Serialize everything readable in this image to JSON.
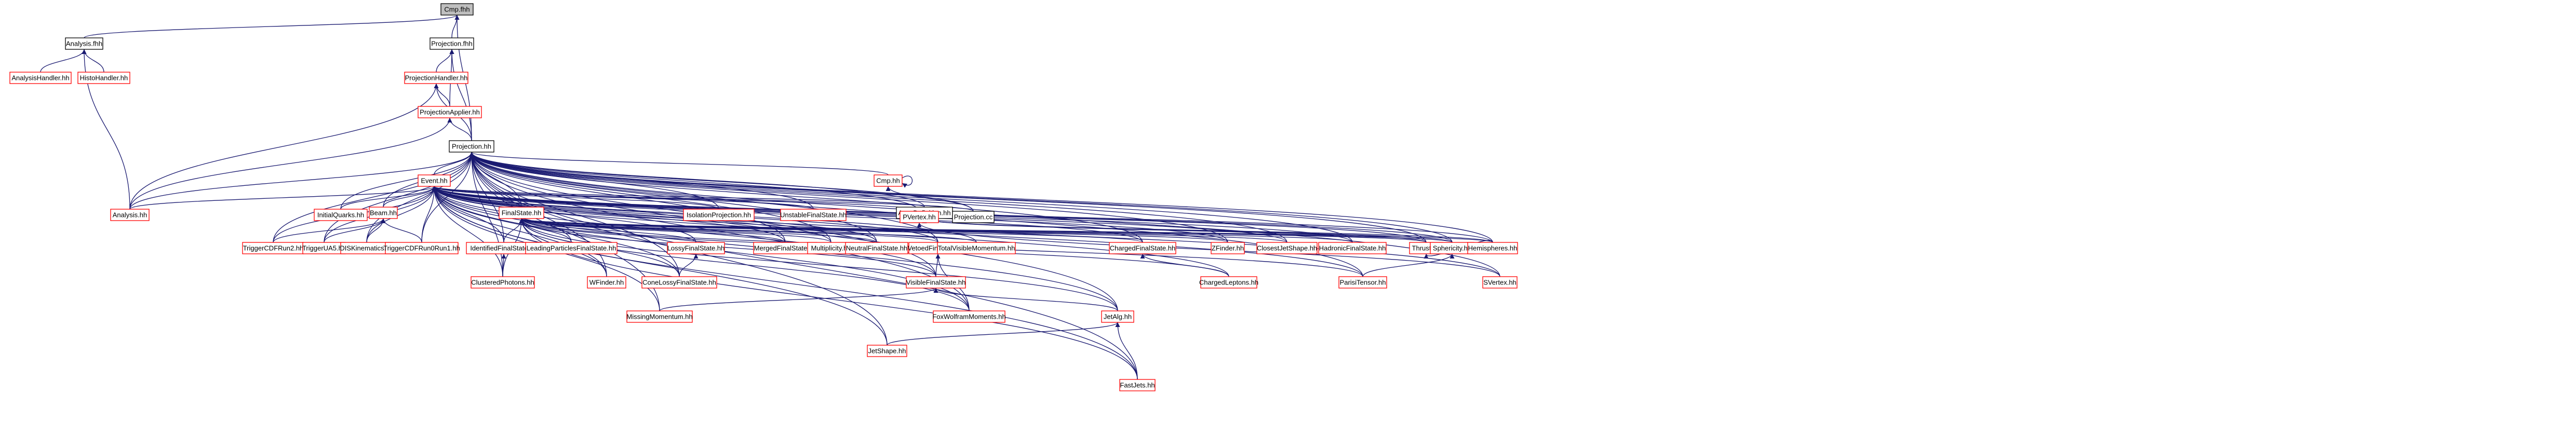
{
  "colors": {
    "edge": "#191970",
    "box_border_default": "#000000",
    "box_border_incomplete": "#ff0000",
    "box_fill": "#ffffff",
    "box_fill_selected": "#bfbfbf"
  },
  "nodes": [
    {
      "id": "cmp_fhh",
      "label": "Cmp.fhh",
      "style": "selected"
    },
    {
      "id": "analysis_fhh",
      "label": "Analysis.fhh",
      "style": "black"
    },
    {
      "id": "projection_fhh",
      "label": "Projection.fhh",
      "style": "black"
    },
    {
      "id": "analysis_handler",
      "label": "AnalysisHandler.hh",
      "style": "red"
    },
    {
      "id": "histo_handler",
      "label": "HistoHandler.hh",
      "style": "red"
    },
    {
      "id": "projection_handler",
      "label": "ProjectionHandler.hh",
      "style": "red"
    },
    {
      "id": "projection_applier",
      "label": "ProjectionApplier.hh",
      "style": "red"
    },
    {
      "id": "projection_hh",
      "label": "Projection.hh",
      "style": "black"
    },
    {
      "id": "event_hh",
      "label": "Event.hh",
      "style": "red"
    },
    {
      "id": "cmp_hh",
      "label": "Cmp.hh",
      "style": "red"
    },
    {
      "id": "analysis_hh",
      "label": "Analysis.hh",
      "style": "red"
    },
    {
      "id": "initial_quarks",
      "label": "InitialQuarks.hh",
      "style": "red"
    },
    {
      "id": "beam_hh",
      "label": "Beam.hh",
      "style": "red"
    },
    {
      "id": "final_state",
      "label": "FinalState.hh",
      "style": "red"
    },
    {
      "id": "isolation_projection",
      "label": "IsolationProjection.hh",
      "style": "red"
    },
    {
      "id": "unstable_final_state",
      "label": "UnstableFinalState.hh",
      "style": "red"
    },
    {
      "id": "axes_definition",
      "label": "AxesDefinition.hh",
      "style": "black"
    },
    {
      "id": "pvertex",
      "label": "PVertex.hh",
      "style": "red"
    },
    {
      "id": "projection_cc",
      "label": "Projection.cc",
      "style": "black"
    },
    {
      "id": "trigger_cdf_run2",
      "label": "TriggerCDFRun2.hh",
      "style": "red"
    },
    {
      "id": "trigger_ua5",
      "label": "TriggerUA5.hh",
      "style": "red"
    },
    {
      "id": "dis_kinematics",
      "label": "DISKinematics.hh",
      "style": "red"
    },
    {
      "id": "trigger_cdf_run0run1",
      "label": "TriggerCDFRun0Run1.hh",
      "style": "red"
    },
    {
      "id": "identified_final_state",
      "label": "IdentifiedFinalState.hh",
      "style": "red"
    },
    {
      "id": "leading_particles_final_state",
      "label": "LeadingParticlesFinalState.hh",
      "style": "red"
    },
    {
      "id": "lossy_final_state",
      "label": "LossyFinalState.hh",
      "style": "red"
    },
    {
      "id": "merged_final_state",
      "label": "MergedFinalState.hh",
      "style": "red"
    },
    {
      "id": "multiplicity",
      "label": "Multiplicity.hh",
      "style": "red"
    },
    {
      "id": "neutral_final_state",
      "label": "NeutralFinalState.hh",
      "style": "red"
    },
    {
      "id": "vetoed_final_state",
      "label": "VetoedFinalState.hh",
      "style": "red"
    },
    {
      "id": "total_visible_momentum",
      "label": "TotalVisibleMomentum.hh",
      "style": "red"
    },
    {
      "id": "charged_final_state",
      "label": "ChargedFinalState.hh",
      "style": "red"
    },
    {
      "id": "zfinder",
      "label": "ZFinder.hh",
      "style": "red"
    },
    {
      "id": "closest_jet_shape",
      "label": "ClosestJetShape.hh",
      "style": "red"
    },
    {
      "id": "hadronic_final_state",
      "label": "HadronicFinalState.hh",
      "style": "red"
    },
    {
      "id": "thrust",
      "label": "Thrust.hh",
      "style": "red"
    },
    {
      "id": "sphericity",
      "label": "Sphericity.hh",
      "style": "red"
    },
    {
      "id": "hemispheres",
      "label": "Hemispheres.hh",
      "style": "red"
    },
    {
      "id": "clustered_photons",
      "label": "ClusteredPhotons.hh",
      "style": "red"
    },
    {
      "id": "wfinder",
      "label": "WFinder.hh",
      "style": "red"
    },
    {
      "id": "cone_lossy_final_state",
      "label": "ConeLossyFinalState.hh",
      "style": "red"
    },
    {
      "id": "visible_final_state",
      "label": "VisibleFinalState.hh",
      "style": "red"
    },
    {
      "id": "charged_leptons",
      "label": "ChargedLeptons.hh",
      "style": "red"
    },
    {
      "id": "parisi_tensor",
      "label": "ParisiTensor.hh",
      "style": "red"
    },
    {
      "id": "sveto",
      "label": "SVertex.hh",
      "style": "red"
    },
    {
      "id": "missing_momentum",
      "label": "MissingMomentum.hh",
      "style": "red"
    },
    {
      "id": "fox_wolfram_moments",
      "label": "FoxWolframMoments.hh",
      "style": "red"
    },
    {
      "id": "jet_alg",
      "label": "JetAlg.hh",
      "style": "red"
    },
    {
      "id": "jet_shape",
      "label": "JetShape.hh",
      "style": "red"
    },
    {
      "id": "fast_jets",
      "label": "FastJets.hh",
      "style": "red"
    }
  ],
  "edges": [
    [
      "analysis_fhh",
      "cmp_fhh"
    ],
    [
      "projection_fhh",
      "cmp_fhh"
    ],
    [
      "projection_hh",
      "cmp_fhh"
    ],
    [
      "analysis_handler",
      "analysis_fhh"
    ],
    [
      "histo_handler",
      "analysis_fhh"
    ],
    [
      "analysis_hh",
      "analysis_fhh"
    ],
    [
      "projection_handler",
      "projection_fhh"
    ],
    [
      "projection_applier",
      "projection_fhh"
    ],
    [
      "projection_hh",
      "projection_fhh"
    ],
    [
      "projection_applier",
      "projection_handler"
    ],
    [
      "projection_hh",
      "projection_handler"
    ],
    [
      "analysis_hh",
      "projection_handler"
    ],
    [
      "projection_hh",
      "projection_applier"
    ],
    [
      "analysis_hh",
      "projection_applier"
    ],
    [
      "event_hh",
      "projection_hh"
    ],
    [
      "cmp_hh",
      "projection_hh"
    ],
    [
      "analysis_hh",
      "projection_hh"
    ],
    [
      "initial_quarks",
      "projection_hh"
    ],
    [
      "beam_hh",
      "projection_hh"
    ],
    [
      "final_state",
      "projection_hh"
    ],
    [
      "isolation_projection",
      "projection_hh"
    ],
    [
      "unstable_final_state",
      "projection_hh"
    ],
    [
      "axes_definition",
      "projection_hh"
    ],
    [
      "pvertex",
      "projection_hh"
    ],
    [
      "projection_cc",
      "projection_hh"
    ],
    [
      "trigger_cdf_run2",
      "projection_hh"
    ],
    [
      "trigger_ua5",
      "projection_hh"
    ],
    [
      "dis_kinematics",
      "projection_hh"
    ],
    [
      "trigger_cdf_run0run1",
      "projection_hh"
    ],
    [
      "identified_final_state",
      "projection_hh"
    ],
    [
      "merged_final_state",
      "projection_hh"
    ],
    [
      "multiplicity",
      "projection_hh"
    ],
    [
      "neutral_final_state",
      "projection_hh"
    ],
    [
      "vetoed_final_state",
      "projection_hh"
    ],
    [
      "charged_final_state",
      "projection_hh"
    ],
    [
      "zfinder",
      "projection_hh"
    ],
    [
      "closest_jet_shape",
      "projection_hh"
    ],
    [
      "hadronic_final_state",
      "projection_hh"
    ],
    [
      "thrust",
      "projection_hh"
    ],
    [
      "sphericity",
      "projection_hh"
    ],
    [
      "hemispheres",
      "projection_hh"
    ],
    [
      "clustered_photons",
      "projection_hh"
    ],
    [
      "wfinder",
      "projection_hh"
    ],
    [
      "cone_lossy_final_state",
      "projection_hh"
    ],
    [
      "visible_final_state",
      "projection_hh"
    ],
    [
      "parisi_tensor",
      "projection_hh"
    ],
    [
      "sveto",
      "projection_hh"
    ],
    [
      "missing_momentum",
      "projection_hh"
    ],
    [
      "fox_wolfram_moments",
      "projection_hh"
    ],
    [
      "jet_alg",
      "projection_hh"
    ],
    [
      "jet_shape",
      "projection_hh"
    ],
    [
      "fast_jets",
      "projection_hh"
    ],
    [
      "cmp_hh",
      "cmp_hh"
    ],
    [
      "projection_cc",
      "cmp_hh"
    ],
    [
      "analysis_hh",
      "event_hh"
    ],
    [
      "initial_quarks",
      "event_hh"
    ],
    [
      "beam_hh",
      "event_hh"
    ],
    [
      "final_state",
      "event_hh"
    ],
    [
      "isolation_projection",
      "event_hh"
    ],
    [
      "unstable_final_state",
      "event_hh"
    ],
    [
      "axes_definition",
      "event_hh"
    ],
    [
      "pvertex",
      "event_hh"
    ],
    [
      "projection_cc",
      "event_hh"
    ],
    [
      "trigger_cdf_run2",
      "event_hh"
    ],
    [
      "trigger_ua5",
      "event_hh"
    ],
    [
      "dis_kinematics",
      "event_hh"
    ],
    [
      "trigger_cdf_run0run1",
      "event_hh"
    ],
    [
      "identified_final_state",
      "event_hh"
    ],
    [
      "leading_particles_final_state",
      "event_hh"
    ],
    [
      "lossy_final_state",
      "event_hh"
    ],
    [
      "merged_final_state",
      "event_hh"
    ],
    [
      "multiplicity",
      "event_hh"
    ],
    [
      "neutral_final_state",
      "event_hh"
    ],
    [
      "vetoed_final_state",
      "event_hh"
    ],
    [
      "total_visible_momentum",
      "event_hh"
    ],
    [
      "charged_final_state",
      "event_hh"
    ],
    [
      "zfinder",
      "event_hh"
    ],
    [
      "closest_jet_shape",
      "event_hh"
    ],
    [
      "hadronic_final_state",
      "event_hh"
    ],
    [
      "thrust",
      "event_hh"
    ],
    [
      "sphericity",
      "event_hh"
    ],
    [
      "hemispheres",
      "event_hh"
    ],
    [
      "clustered_photons",
      "event_hh"
    ],
    [
      "wfinder",
      "event_hh"
    ],
    [
      "cone_lossy_final_state",
      "event_hh"
    ],
    [
      "visible_final_state",
      "event_hh"
    ],
    [
      "charged_leptons",
      "event_hh"
    ],
    [
      "parisi_tensor",
      "event_hh"
    ],
    [
      "sveto",
      "event_hh"
    ],
    [
      "missing_momentum",
      "event_hh"
    ],
    [
      "fox_wolfram_moments",
      "event_hh"
    ],
    [
      "jet_alg",
      "event_hh"
    ],
    [
      "jet_shape",
      "event_hh"
    ],
    [
      "fast_jets",
      "event_hh"
    ],
    [
      "trigger_cdf_run2",
      "beam_hh"
    ],
    [
      "trigger_ua5",
      "beam_hh"
    ],
    [
      "dis_kinematics",
      "beam_hh"
    ],
    [
      "trigger_cdf_run0run1",
      "beam_hh"
    ],
    [
      "identified_final_state",
      "final_state"
    ],
    [
      "leading_particles_final_state",
      "final_state"
    ],
    [
      "lossy_final_state",
      "final_state"
    ],
    [
      "merged_final_state",
      "final_state"
    ],
    [
      "multiplicity",
      "final_state"
    ],
    [
      "neutral_final_state",
      "final_state"
    ],
    [
      "vetoed_final_state",
      "final_state"
    ],
    [
      "total_visible_momentum",
      "final_state"
    ],
    [
      "charged_final_state",
      "final_state"
    ],
    [
      "zfinder",
      "final_state"
    ],
    [
      "closest_jet_shape",
      "final_state"
    ],
    [
      "hadronic_final_state",
      "final_state"
    ],
    [
      "thrust",
      "final_state"
    ],
    [
      "sphericity",
      "final_state"
    ],
    [
      "hemispheres",
      "final_state"
    ],
    [
      "clustered_photons",
      "final_state"
    ],
    [
      "wfinder",
      "final_state"
    ],
    [
      "cone_lossy_final_state",
      "final_state"
    ],
    [
      "visible_final_state",
      "final_state"
    ],
    [
      "charged_leptons",
      "final_state"
    ],
    [
      "parisi_tensor",
      "final_state"
    ],
    [
      "fox_wolfram_moments",
      "final_state"
    ],
    [
      "jet_alg",
      "final_state"
    ],
    [
      "fast_jets",
      "final_state"
    ],
    [
      "thrust",
      "axes_definition"
    ],
    [
      "sphericity",
      "axes_definition"
    ],
    [
      "hemispheres",
      "axes_definition"
    ],
    [
      "sveto",
      "pvertex"
    ],
    [
      "clustered_photons",
      "identified_final_state"
    ],
    [
      "cone_lossy_final_state",
      "lossy_final_state"
    ],
    [
      "visible_final_state",
      "vetoed_final_state"
    ],
    [
      "fox_wolfram_moments",
      "vetoed_final_state"
    ],
    [
      "charged_leptons",
      "charged_final_state"
    ],
    [
      "parisi_tensor",
      "sphericity"
    ],
    [
      "hemispheres",
      "thrust"
    ],
    [
      "missing_momentum",
      "visible_final_state"
    ],
    [
      "jet_alg",
      "visible_final_state"
    ],
    [
      "jet_shape",
      "jet_alg"
    ],
    [
      "fast_jets",
      "jet_alg"
    ]
  ]
}
